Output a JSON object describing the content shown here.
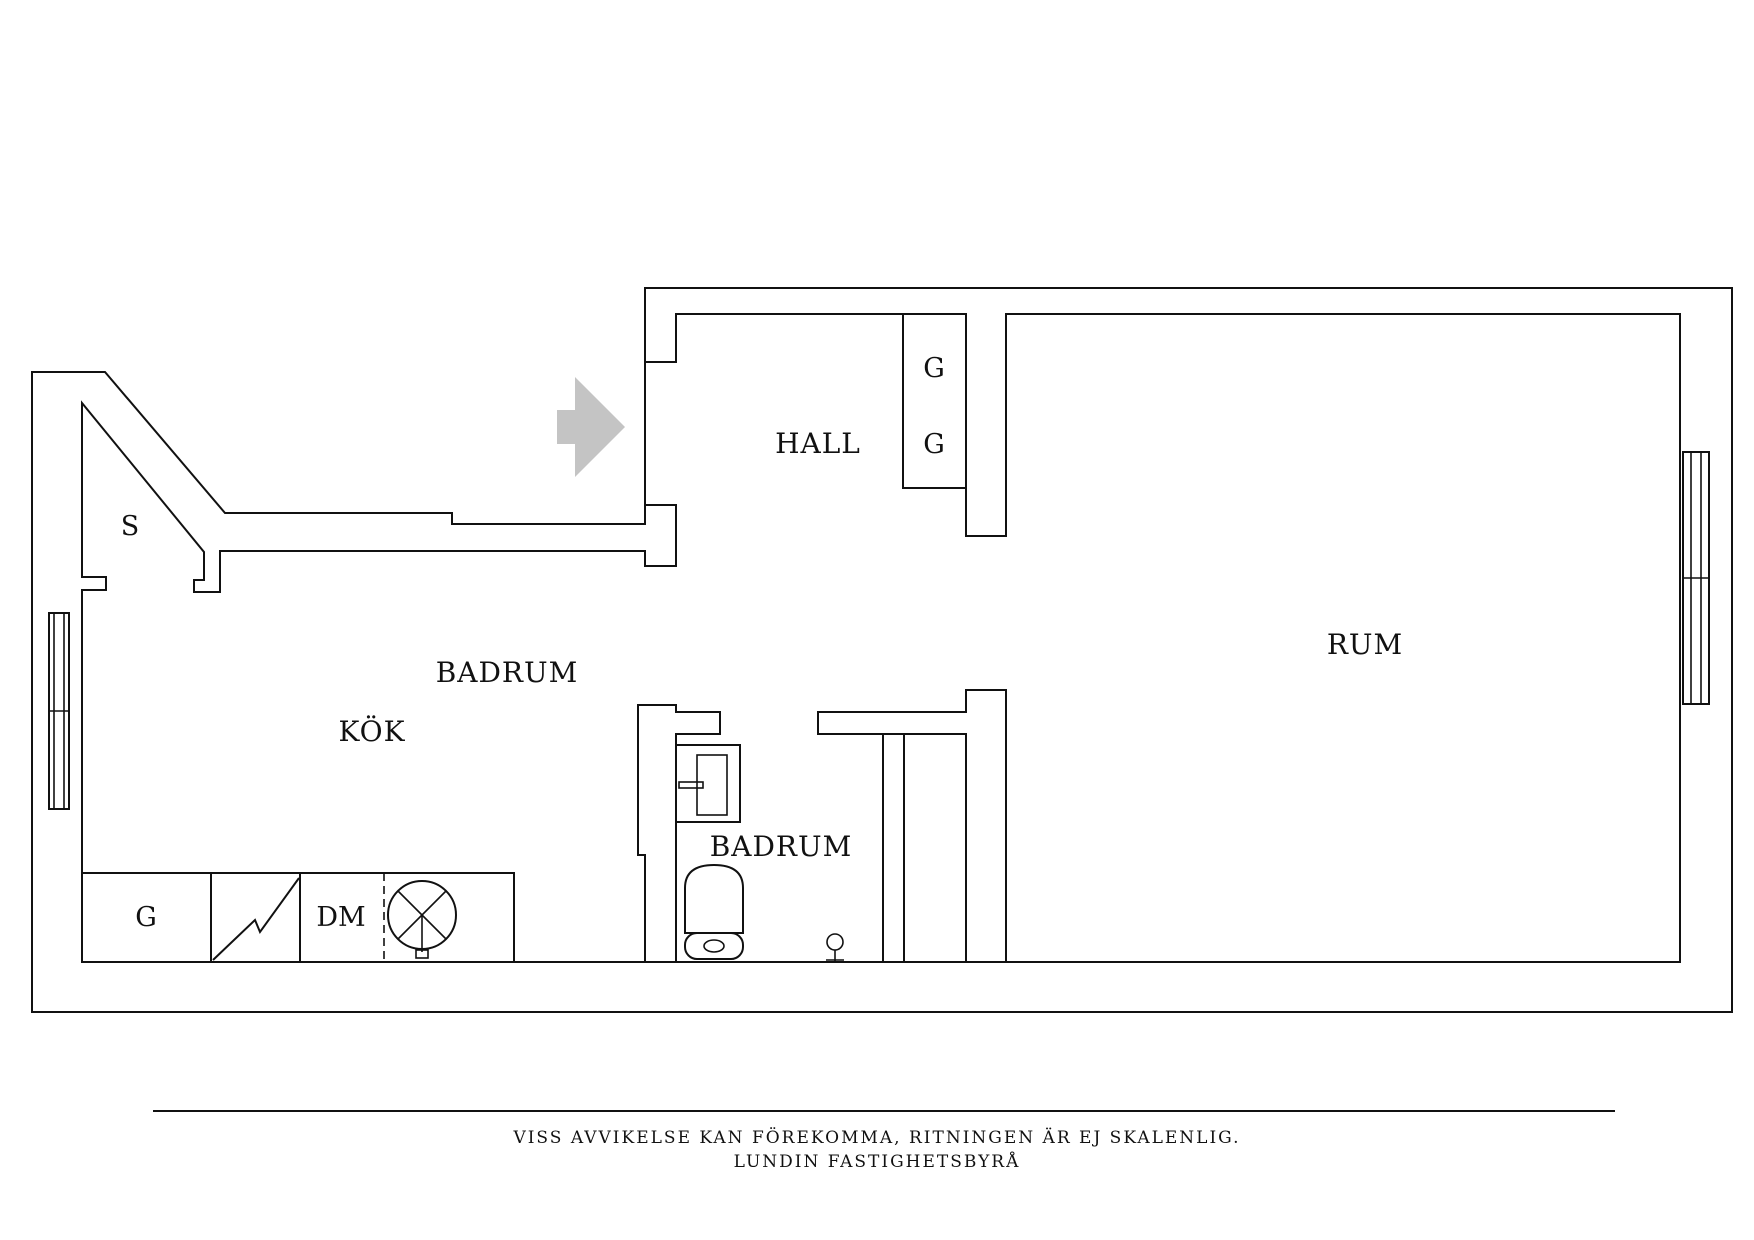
{
  "rooms": {
    "hall": "HALL",
    "rum": "RUM",
    "kok": "KÖK",
    "badrum_upper": "BADRUM",
    "badrum_lower": "BADRUM",
    "s": "S"
  },
  "fixtures": {
    "wardrobe_1": "G",
    "wardrobe_2": "G",
    "kitchen_g": "G",
    "dishwasher": "DM"
  },
  "footer": {
    "disclaimer": "VISS AVVIKELSE KAN FÖREKOMMA, RITNINGEN ÄR EJ SKALENLIG.",
    "agency": "LUNDIN FASTIGHETSBYRÅ"
  },
  "colors": {
    "walls": "#111111",
    "background": "#ffffff",
    "entrance_arrow": "#c4c4c4"
  },
  "icons": [
    "entrance-arrow-icon",
    "sink-icon",
    "toilet-icon",
    "stove-icon",
    "fan-icon",
    "shower-icon",
    "window-icon"
  ]
}
